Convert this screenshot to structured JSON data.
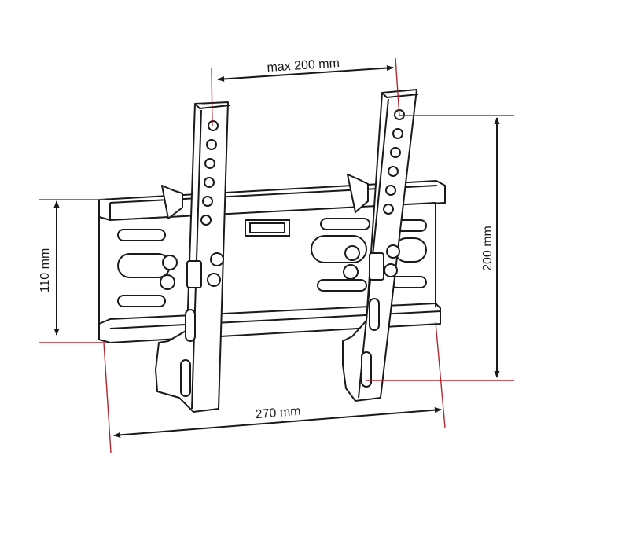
{
  "diagram": {
    "dimensions": {
      "top_width": "max 200 mm",
      "bottom_width": "270 mm",
      "left_height": "110 mm",
      "right_height": "200 mm"
    },
    "colors": {
      "line": "#1a1a1a",
      "dimension_line": "#b3262e",
      "background": "#ffffff"
    }
  }
}
